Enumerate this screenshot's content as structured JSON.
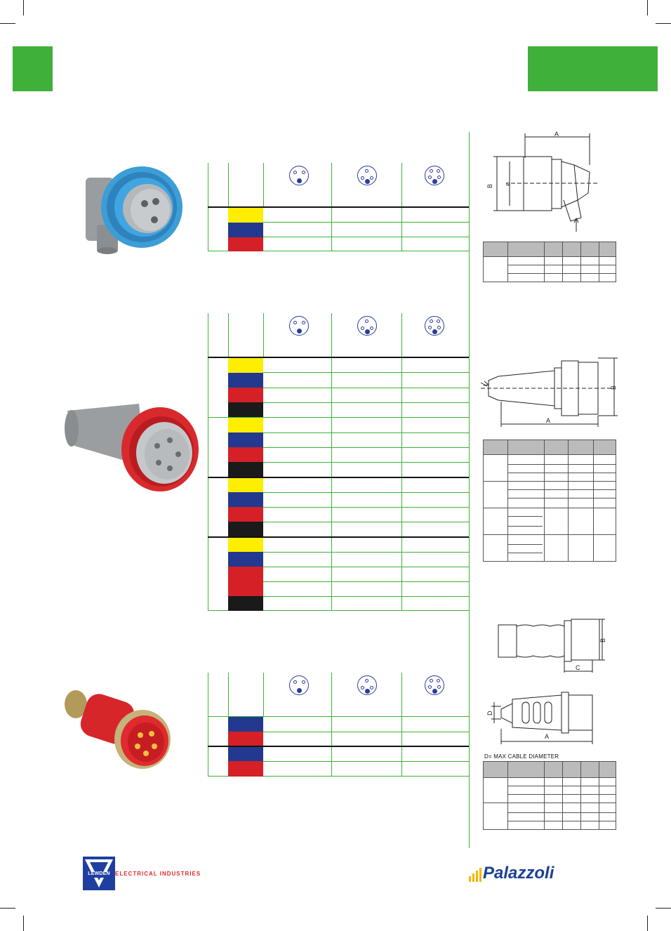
{
  "colors": {
    "accent_green": "#3fb03a",
    "yellow": "#ffee00",
    "blue": "#22398f",
    "red": "#d42026",
    "black": "#1a1a1a",
    "lewden_blue": "#1f3fa0",
    "lewden_red": "#e3262b",
    "palazzoli_blue": "#1b3f97",
    "palazzoli_yellow": "#f4b400"
  },
  "pin_icons": [
    "pin-3-icon",
    "pin-4-icon",
    "pin-5-icon"
  ],
  "drawings": {
    "drawing1": {
      "label_a": "A",
      "label_b": "B",
      "label_o": "ø"
    },
    "drawing2": {
      "label_a": "A",
      "label_b": "B"
    },
    "drawing3": {
      "label_b": "B",
      "label_c": "C"
    },
    "drawing4": {
      "label_a": "A",
      "label_d": "D"
    }
  },
  "footnote": "D= MAX CABLE DIAMETER",
  "brands": {
    "lewden_logo_text": "LEWDEN",
    "lewden_tagline": "ELECTRICAL INDUSTRIES",
    "palazzoli_text": "Palazzoli"
  }
}
